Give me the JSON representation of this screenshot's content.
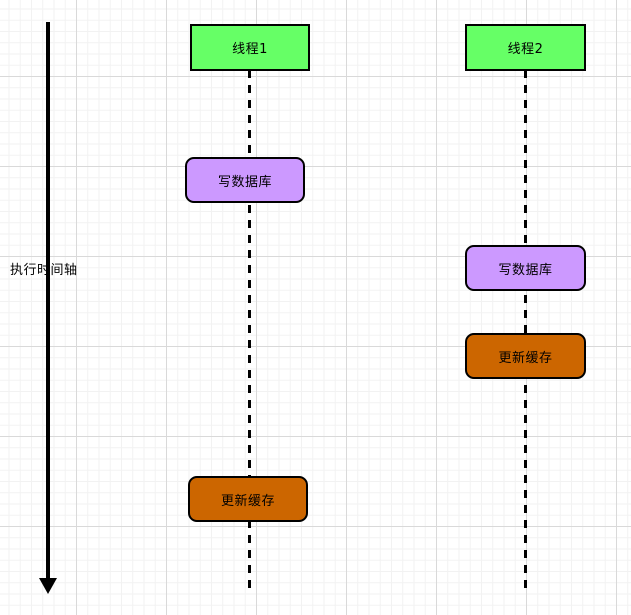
{
  "diagram": {
    "title_axis": "执行时间轴",
    "colors": {
      "actor_fill": "#66FF66",
      "write_db_fill": "#CC99FF",
      "update_cache_fill": "#CC6600",
      "stroke": "#000000",
      "grid_minor": "#F2F2F2",
      "grid_major": "#D9D9D9",
      "background": "#FFFFFF"
    },
    "axis": {
      "label": "执行时间轴",
      "direction": "down",
      "arrow_icon": "arrow-down-icon"
    },
    "lanes": [
      {
        "id": "thread1",
        "actor_label": "线程1",
        "steps": [
          {
            "label": "写数据库",
            "kind": "write-db"
          },
          {
            "label": "更新缓存",
            "kind": "update-cache"
          }
        ]
      },
      {
        "id": "thread2",
        "actor_label": "线程2",
        "steps": [
          {
            "label": "写数据库",
            "kind": "write-db"
          },
          {
            "label": "更新缓存",
            "kind": "update-cache"
          }
        ]
      }
    ]
  }
}
